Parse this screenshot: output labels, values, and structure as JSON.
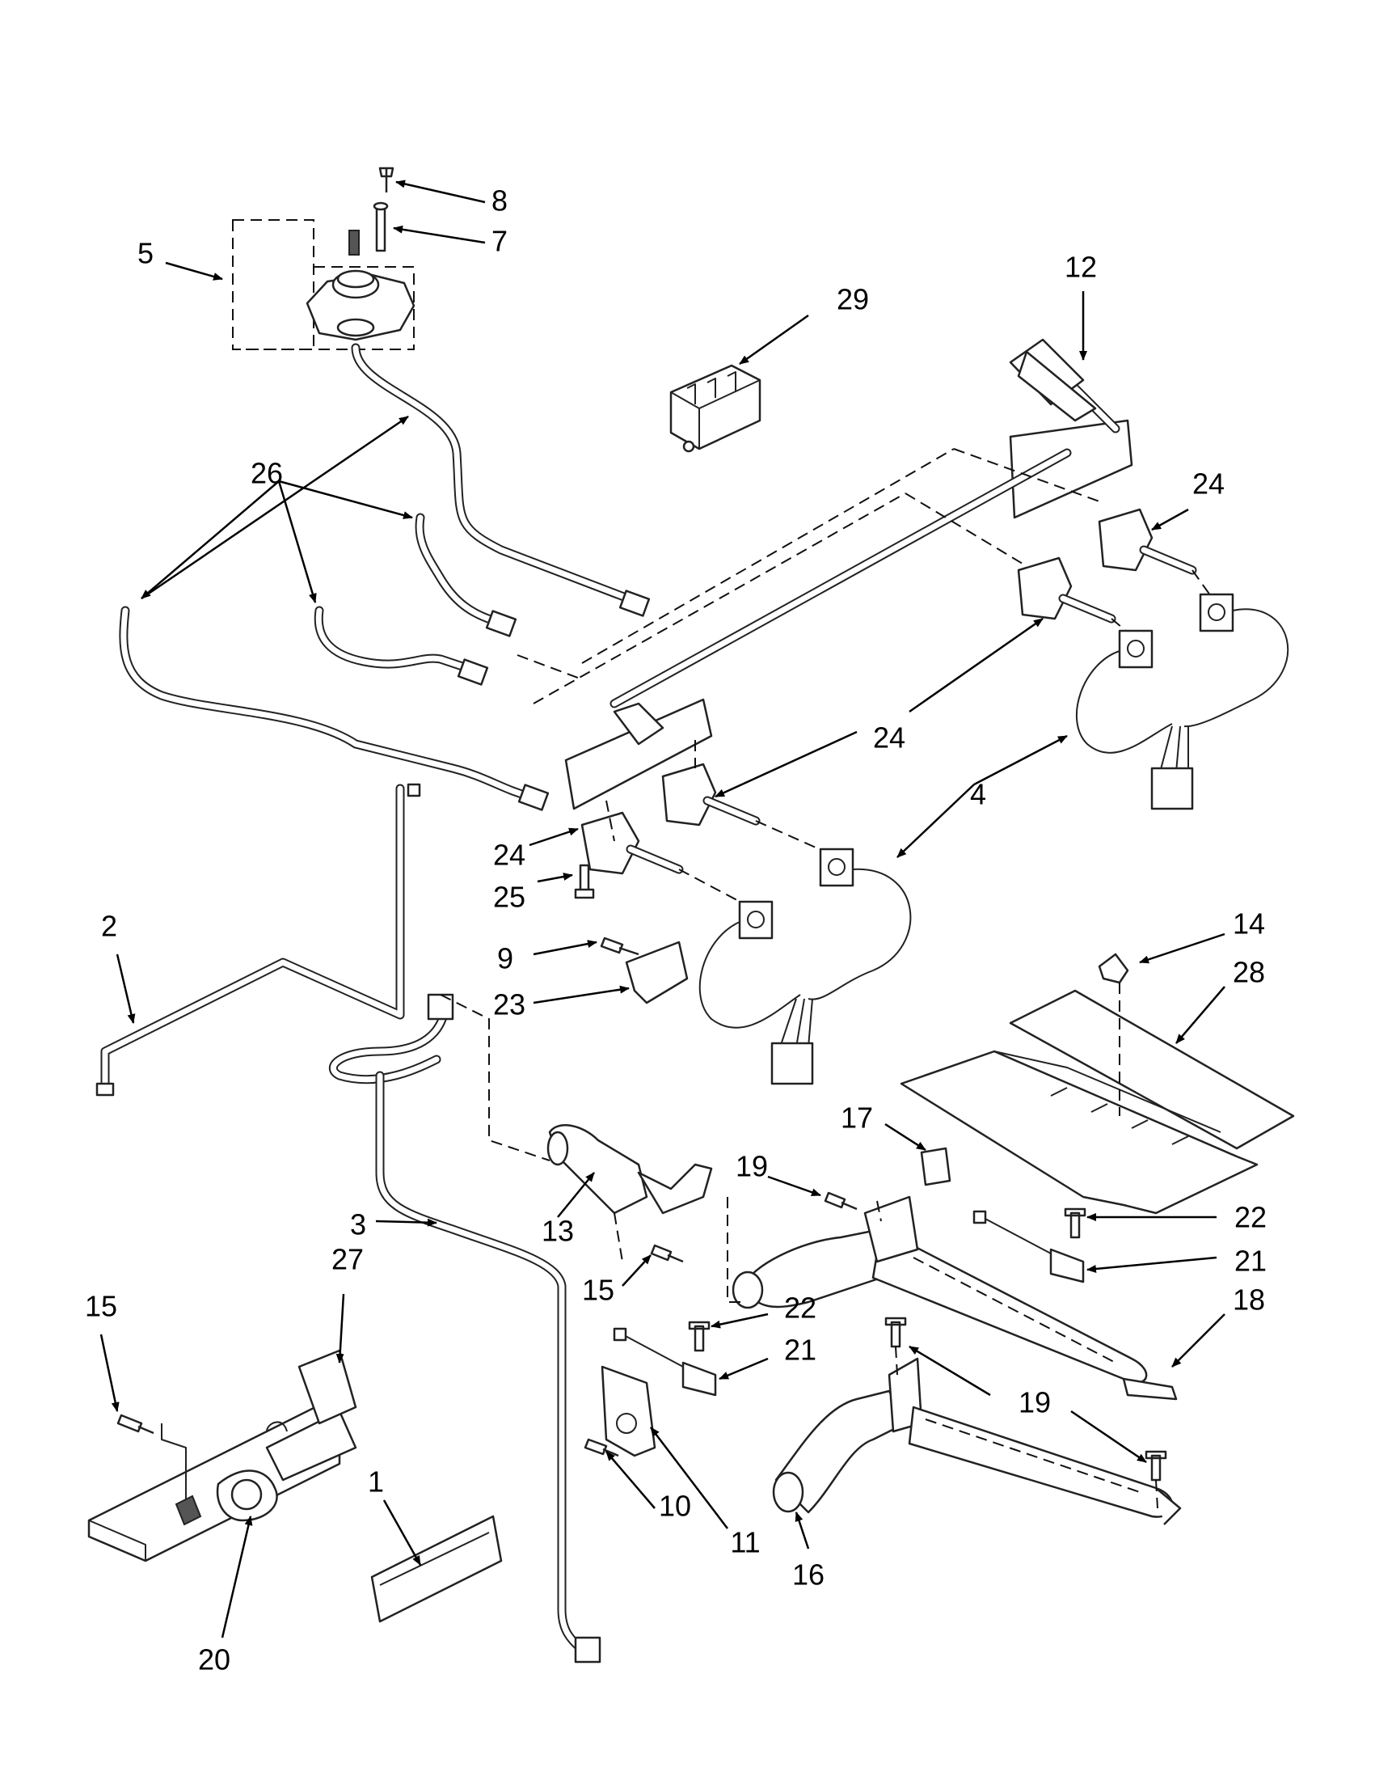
{
  "labels": {
    "p1": "1",
    "p2": "2",
    "p3": "3",
    "p4": "4",
    "p5": "5",
    "p7": "7",
    "p8": "8",
    "p9": "9",
    "p10": "10",
    "p11": "11",
    "p12": "12",
    "p13": "13",
    "p14": "14",
    "p15a": "15",
    "p15b": "15",
    "p16": "16",
    "p17": "17",
    "p18": "18",
    "p19a": "19",
    "p19b": "19",
    "p20": "20",
    "p21a": "21",
    "p21b": "21",
    "p22a": "22",
    "p22b": "22",
    "p23": "23",
    "p24a": "24",
    "p24b": "24",
    "p24c": "24",
    "p25": "25",
    "p26": "26",
    "p27": "27",
    "p28": "28",
    "p29": "29"
  },
  "colors": {
    "line": "#222222",
    "background": "#ffffff",
    "text": "#000000"
  }
}
